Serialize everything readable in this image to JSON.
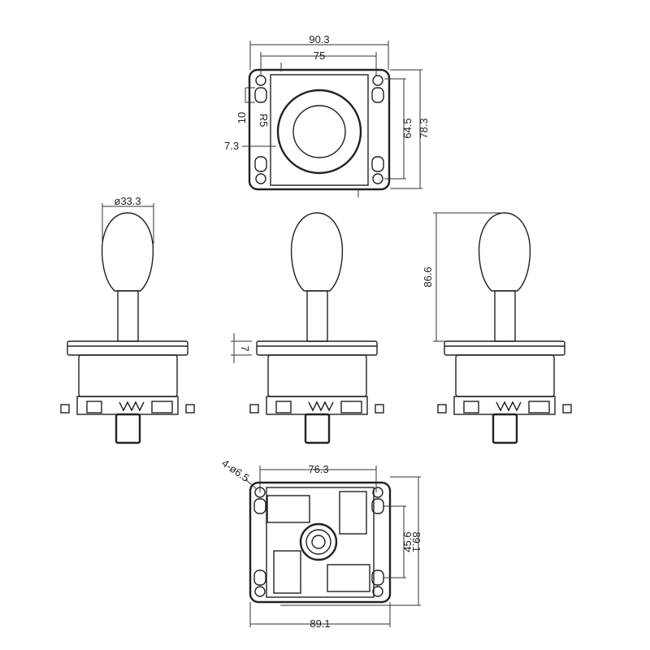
{
  "top_view": {
    "width_overall": "90.3",
    "hole_spacing_x": "75",
    "slot_length": "10",
    "slot_radius": "R5",
    "edge_offset": "7.3",
    "hole_spacing_y": "64.5",
    "height_overall": "78.3"
  },
  "side_view": {
    "knob_diameter": "ø33.3",
    "plate_thickness": "7",
    "total_height": "86.6"
  },
  "bottom_view": {
    "holes": "4-ø6.5",
    "hole_spacing_x": "76.3",
    "hole_spacing_y": "45.6",
    "height_overall": "89.1",
    "width_overall": "89.1"
  }
}
